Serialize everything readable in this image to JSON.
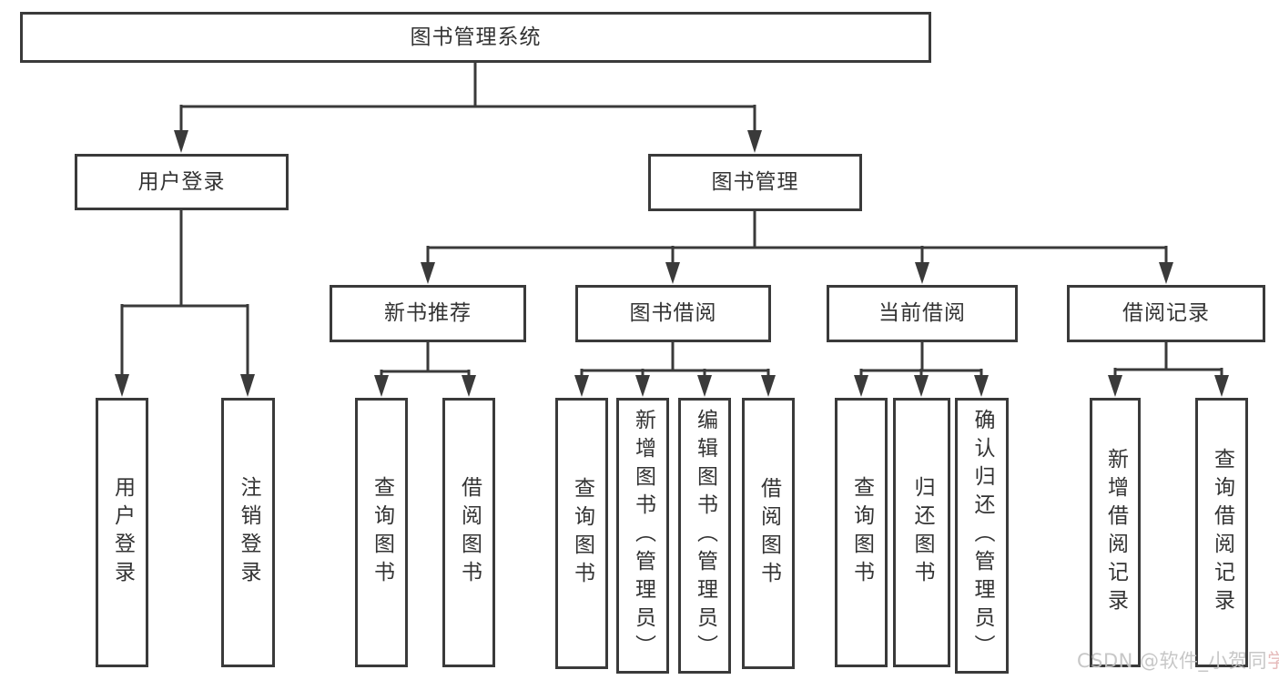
{
  "diagram": {
    "root": {
      "label": "图书管理系统"
    },
    "level2": {
      "user": {
        "label": "用户登录"
      },
      "books": {
        "label": "图书管理"
      }
    },
    "level3": {
      "recommend": {
        "label": "新书推荐"
      },
      "borrow": {
        "label": "图书借阅"
      },
      "current": {
        "label": "当前借阅"
      },
      "records": {
        "label": "借阅记录"
      }
    },
    "leaves": {
      "userLogin": {
        "label": "用户登录"
      },
      "logout": {
        "label": "注销登录"
      },
      "recQuery": {
        "label": "查询图书"
      },
      "recBorrow": {
        "label": "借阅图书"
      },
      "borQuery": {
        "label": "查询图书"
      },
      "borAdd": {
        "label": "新增图书（管理员）"
      },
      "borEdit": {
        "label": "编辑图书（管理员）"
      },
      "borBorrow": {
        "label": "借阅图书"
      },
      "curQuery": {
        "label": "查询图书"
      },
      "curReturn": {
        "label": "归还图书"
      },
      "curConfirm": {
        "label": "确认归还（管理员）"
      },
      "recAdd": {
        "label": "新增借阅记录"
      },
      "recQuery2": {
        "label": "查询借阅记录"
      }
    }
  },
  "watermark": {
    "main": "CSDN @软件_小贺同",
    "accent": "学"
  },
  "colors": {
    "line": "#3a3a3a",
    "text": "#333333",
    "watermark_gray": "#c3c3c3",
    "watermark_pink": "#e4b6b6"
  }
}
